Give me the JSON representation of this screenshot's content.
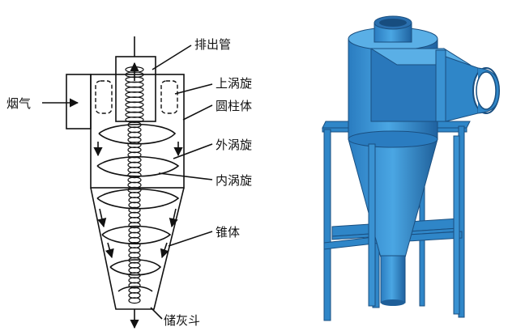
{
  "diagram": {
    "labels": {
      "inlet_flue_gas": "烟气",
      "exhaust_pipe": "排出管",
      "upper_vortex": "上涡旋",
      "cylinder": "圆柱体",
      "outer_vortex": "外涡旋",
      "inner_vortex": "内涡旋",
      "cone": "锥体",
      "ash_hopper": "储灰斗"
    },
    "colors": {
      "line": "#111111",
      "model_blue": "#2f86c8",
      "model_dark": "#1f5f99",
      "model_light": "#6fb8ea"
    }
  }
}
